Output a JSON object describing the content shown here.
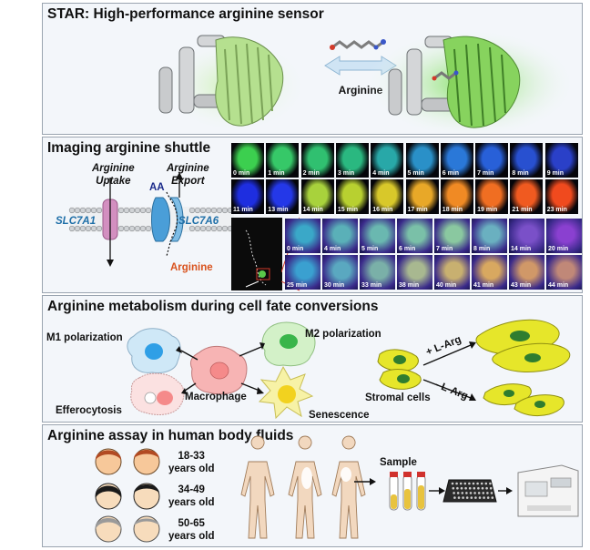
{
  "panels": {
    "star": {
      "title": "STAR: High-performance arginine sensor",
      "ligand_label": "Arginine"
    },
    "imaging": {
      "title": "Imaging arginine shuttle",
      "uptake_label": "Arginine\nUptake",
      "export_label": "Arginine\nExport",
      "aa_label": "AA",
      "slc7a1_label": "SLC7A1",
      "slc7a6_label": "SLC7A6",
      "arginine_label": "Arginine",
      "row1_times": [
        "0 min",
        "1 min",
        "2 min",
        "3 min",
        "4 min",
        "5 min",
        "6 min",
        "7 min",
        "8 min",
        "9 min"
      ],
      "row2_times": [
        "11 min",
        "13 min",
        "14 min",
        "15 min",
        "16 min",
        "17 min",
        "18 min",
        "19 min",
        "21 min",
        "23 min"
      ],
      "row3_times": [
        "0 min",
        "4 min",
        "5 min",
        "6 min",
        "7 min",
        "8 min",
        "14 min",
        "20 min"
      ],
      "row4_times": [
        "25 min",
        "30 min",
        "33 min",
        "38 min",
        "40 min",
        "41 min",
        "43 min",
        "44 min"
      ]
    },
    "metabolism": {
      "title": "Arginine metabolism during cell fate conversions",
      "m1_label": "M1 polarization",
      "m2_label": "M2 polarization",
      "macrophage_label": "Macrophage",
      "efferocytosis_label": "Efferocytosis",
      "senescence_label": "Senescence",
      "stromal_label": "Stromal cells",
      "plus_arg_label": "+ L-Arg",
      "minus_arg_label": "- L-Arg"
    },
    "assay": {
      "title": "Arginine assay in human body fluids",
      "age_groups": [
        "18-33\nyears old",
        "34-49\nyears old",
        "50-65\nyears old"
      ],
      "sample_label": "Sample"
    }
  },
  "colors": {
    "panel_bg": "#f3f6fa",
    "sensor_green": "#8fd36a",
    "grey_protein": "#cfd2d4",
    "slc7a1": "#d38fc0",
    "slc7a6": "#4a9ed8",
    "arginine_red": "#d9531e",
    "stromal_yellow": "#e6e62a"
  }
}
